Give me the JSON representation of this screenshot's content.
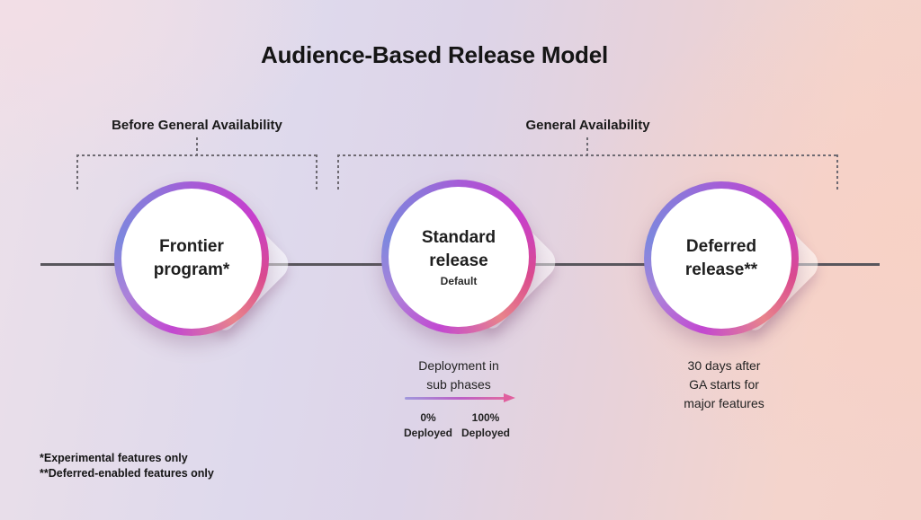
{
  "title": "Audience-Based Release Model",
  "brackets": {
    "before_ga": {
      "label": "Before General Availability"
    },
    "ga": {
      "label": "General Availability"
    }
  },
  "nodes": [
    {
      "line1": "Frontier",
      "line2": "program*"
    },
    {
      "line1": "Standard",
      "line2": "release",
      "badge": "Default"
    },
    {
      "line1": "Deferred",
      "line2": "release**"
    }
  ],
  "notes": {
    "standard": {
      "line1": "Deployment in",
      "line2": "sub phases"
    },
    "deferred": {
      "line1": "30 days after",
      "line2": "GA starts for",
      "line3": "major features"
    }
  },
  "deployment_scale": {
    "start_pct": "0%",
    "start_label": "Deployed",
    "end_pct": "100%",
    "end_label": "Deployed"
  },
  "footnotes": [
    "*Experimental features only",
    "**Deferred-enabled features only"
  ],
  "colors": {
    "ring_blue": "#7d87de",
    "ring_purple": "#a55cd7",
    "ring_magenta": "#c73ecd",
    "ring_pink": "#da4b8e",
    "ring_salmon": "#e8838b",
    "timeline": "#58565c",
    "arrow_gradient_start": "#a098dc",
    "arrow_gradient_end": "#e05f9e",
    "text": "#1a1a1a"
  }
}
